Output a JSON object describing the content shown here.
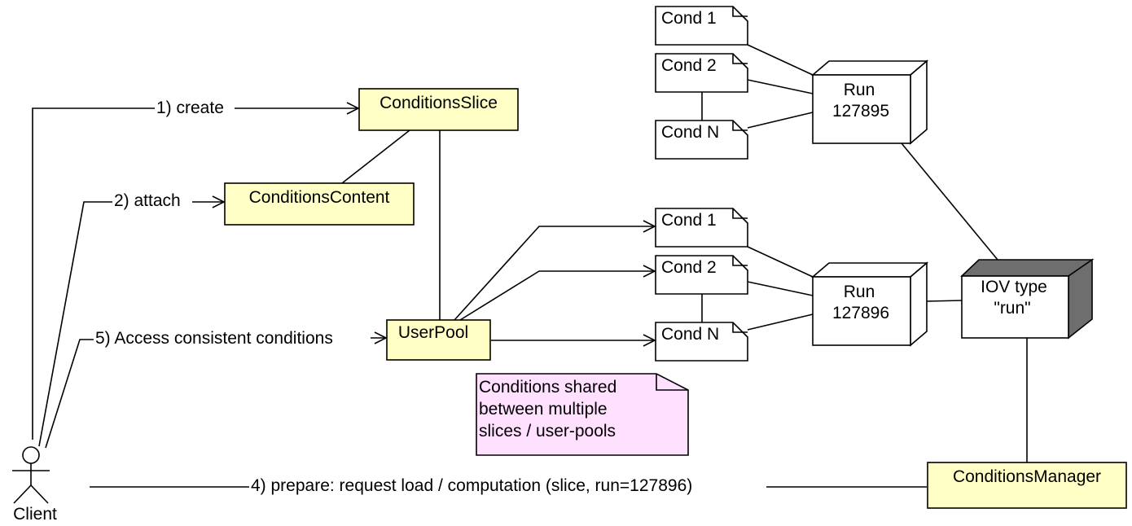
{
  "classes": {
    "conditions_slice": "ConditionsSlice",
    "conditions_content": "ConditionsContent",
    "user_pool": "UserPool",
    "conditions_manager": "ConditionsManager"
  },
  "actor": {
    "label": "Client"
  },
  "messages": {
    "create": "1) create",
    "attach": "2) attach",
    "access": "5) Access consistent conditions",
    "prepare": "4) prepare:  request load / computation (slice, run=127896)"
  },
  "run1": {
    "line1": "Run",
    "line2": "127895",
    "conds": [
      "Cond 1",
      "Cond 2",
      "Cond N"
    ]
  },
  "run2": {
    "line1": "Run",
    "line2": "127896",
    "conds": [
      "Cond 1",
      "Cond 2",
      "Cond N"
    ]
  },
  "iov": {
    "line1": "IOV type",
    "line2": "\"run\""
  },
  "note": {
    "lines": [
      "Conditions shared",
      "between multiple",
      "slices / user-pools"
    ]
  },
  "colors": {
    "class_fill": "#ffffc6",
    "note_fill": "#ffe0ff",
    "iov_side": "#6e6e6e"
  }
}
